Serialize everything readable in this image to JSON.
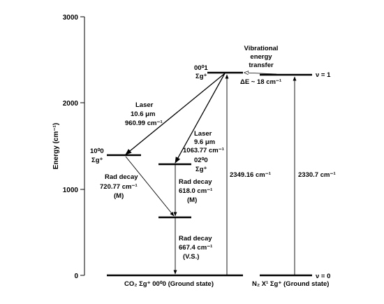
{
  "axis": {
    "ylabel": "Energy (cm⁻¹)",
    "ymin": 0,
    "ymax": 3000,
    "ticks": [
      "0",
      "1000",
      "2000",
      "3000"
    ],
    "tick_values": [
      0,
      1000,
      2000,
      3000
    ]
  },
  "levels": [
    {
      "id": "co2-ground",
      "energy": 0
    },
    {
      "id": "co2-020",
      "energy": 1285,
      "label": "02⁰0",
      "sublabel": "Σg⁺"
    },
    {
      "id": "co2-100",
      "energy": 1388,
      "label": "10⁰0",
      "sublabel": "Σg⁺"
    },
    {
      "id": "co2-010",
      "energy": 667
    },
    {
      "id": "co2-001",
      "energy": 2349,
      "label": "00⁰1",
      "sublabel": "Σg⁺"
    },
    {
      "id": "n2-v1",
      "energy": 2331,
      "label": "ν = 1"
    },
    {
      "id": "n2-v0",
      "energy": 0,
      "label": "ν = 0"
    }
  ],
  "transitions": {
    "laser_10_6": [
      "Laser",
      "10.6 μm",
      "960.99 cm⁻¹"
    ],
    "laser_9_6": [
      "Laser",
      "9.6 μm",
      "1063.77 cm⁻¹"
    ],
    "rad_decay_1": [
      "Rad decay",
      "720.77 cm⁻¹",
      "(M)"
    ],
    "rad_decay_2": [
      "Rad decay",
      "618.0 cm⁻¹",
      "(M)"
    ],
    "rad_decay_3": [
      "Rad decay",
      "667.4 cm⁻¹",
      "(V.S.)"
    ],
    "co2_pump": "2349.16 cm⁻¹",
    "n2_pump": "2330.7 cm⁻¹"
  },
  "energy_transfer": {
    "lines": [
      "Vibrational",
      "energy",
      "transfer"
    ],
    "delta": "ΔE ~ 18 cm⁻¹"
  },
  "bottom_labels": {
    "co2": "CO₂  Σg⁺  00⁰0  (Ground state)",
    "n2": "N₂  X¹ Σg⁺  (Ground state)"
  }
}
